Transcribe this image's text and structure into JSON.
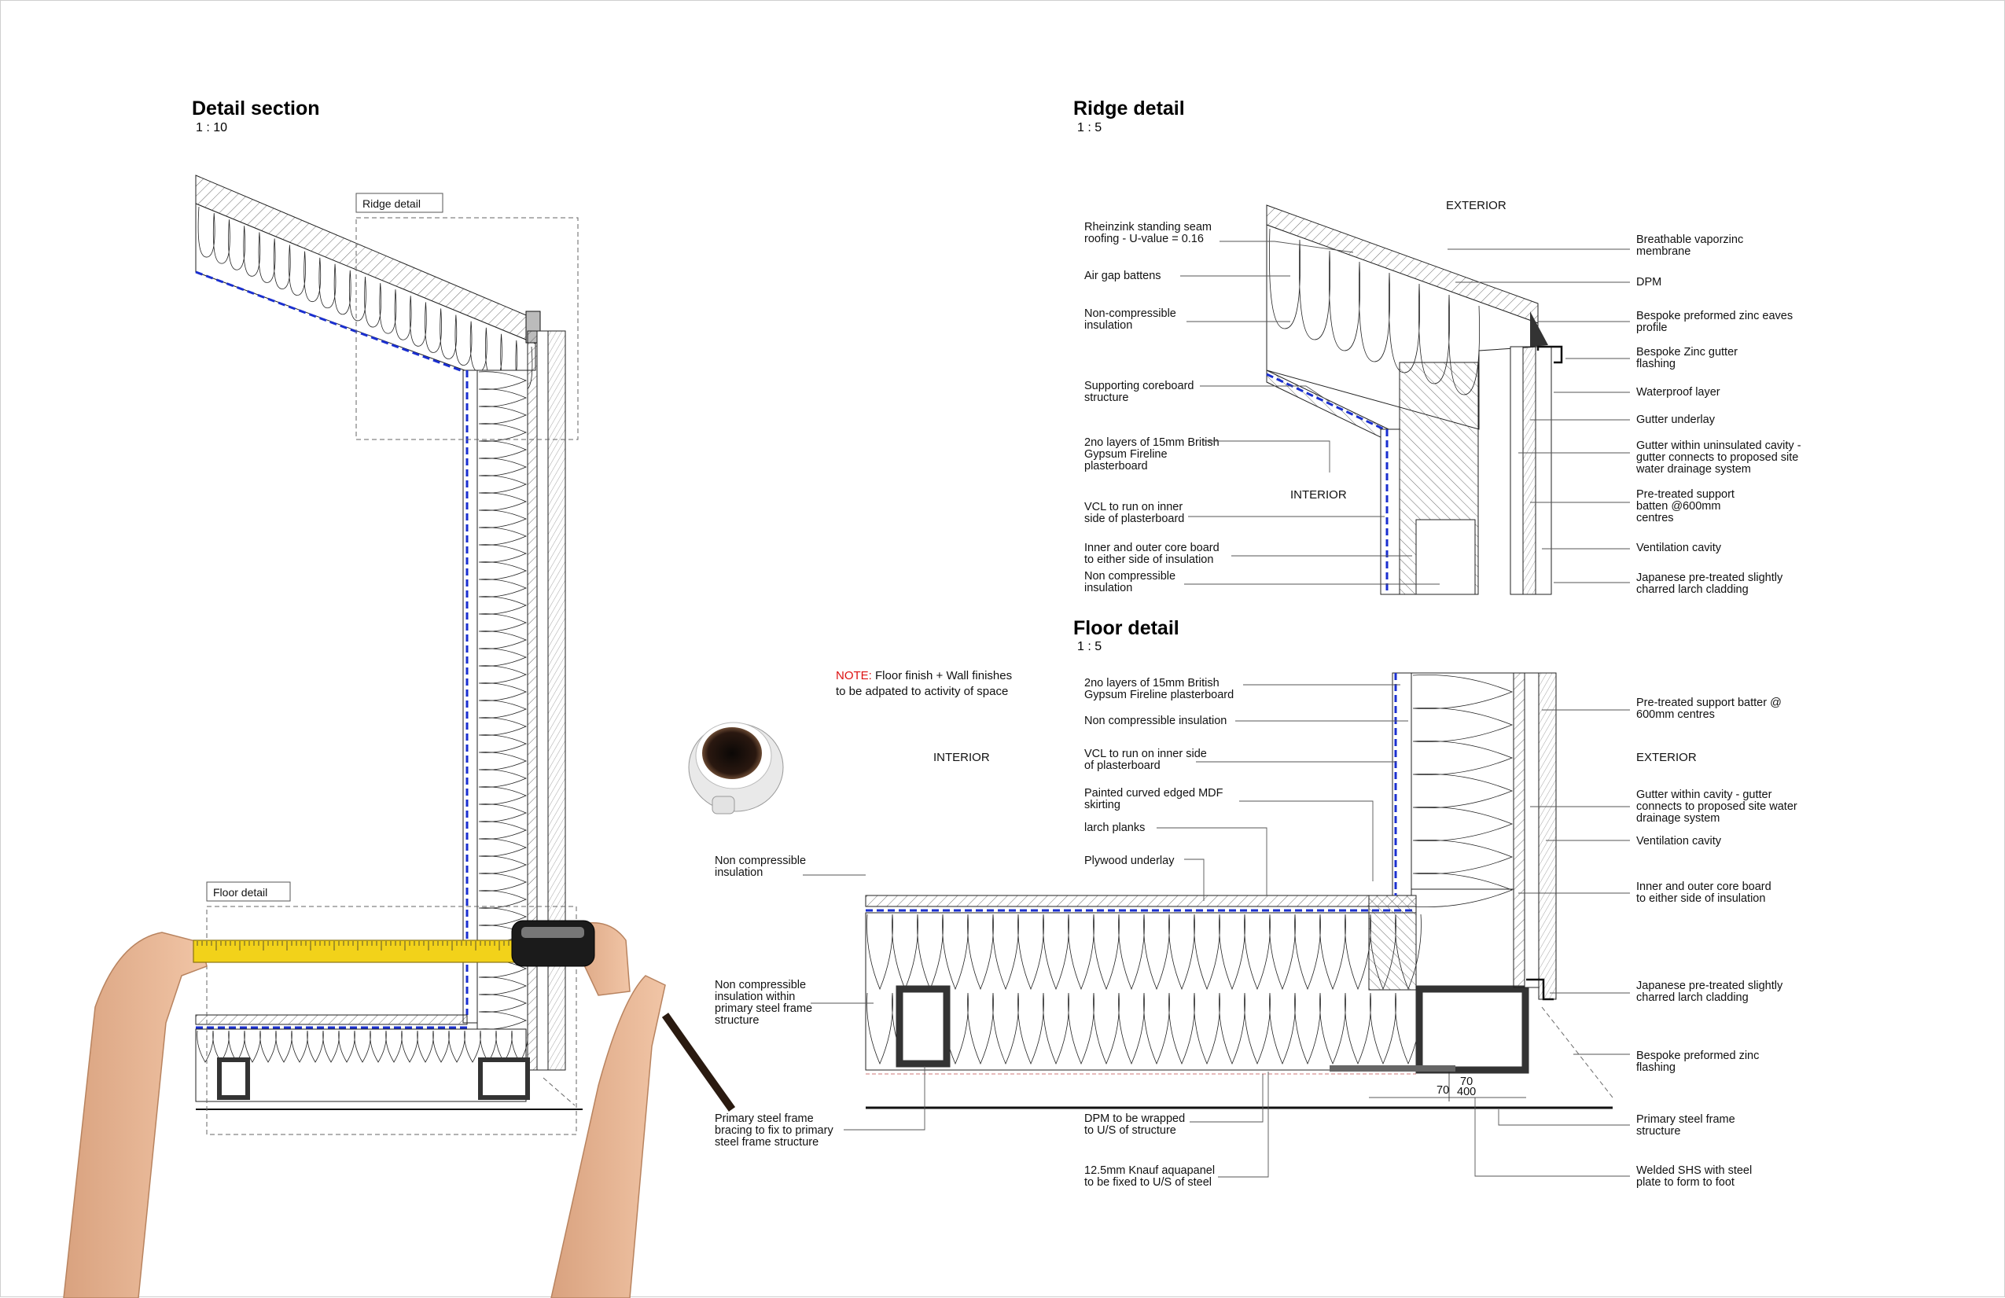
{
  "detail_section": {
    "title": "Detail section",
    "scale": "1 : 10",
    "ridge_tag": "Ridge detail",
    "floor_tag": "Floor detail"
  },
  "ridge_detail": {
    "title": "Ridge detail",
    "scale": "1 : 5",
    "exterior": "EXTERIOR",
    "interior": "INTERIOR",
    "left_labels": [
      [
        "Rheinzink standing seam",
        "roofing - U-value = 0.16"
      ],
      [
        "Air gap battens"
      ],
      [
        "Non-compressible",
        "insulation"
      ],
      [
        "Supporting coreboard",
        "structure"
      ],
      [
        "2no layers of 15mm British",
        "Gypsum Fireline",
        "plasterboard"
      ],
      [
        "VCL to run on inner",
        "side of plasterboard"
      ],
      [
        "Inner and outer core board",
        "to either side of insulation"
      ],
      [
        "Non compressible",
        "insulation"
      ]
    ],
    "right_labels": [
      [
        "Breathable vaporzinc",
        "membrane"
      ],
      [
        "DPM"
      ],
      [
        "Bespoke preformed zinc eaves",
        "profile"
      ],
      [
        "Bespoke Zinc gutter",
        "flashing"
      ],
      [
        "Waterproof layer"
      ],
      [
        "Gutter underlay"
      ],
      [
        "Gutter within uninsulated cavity -",
        "gutter connects to proposed site",
        "water drainage system"
      ],
      [
        "Pre-treated support",
        "batten @600mm",
        "centres"
      ],
      [
        "Ventilation cavity"
      ],
      [
        "Japanese pre-treated slightly",
        "charred larch cladding"
      ]
    ]
  },
  "floor_detail": {
    "title": "Floor detail",
    "scale": "1 : 5",
    "note_prefix": "NOTE:",
    "note_line1": " Floor finish + Wall finishes",
    "note_line2": "to be adpated to activity of space",
    "interior": "INTERIOR",
    "exterior": "EXTERIOR",
    "mid_labels": [
      [
        "2no layers of 15mm British",
        "Gypsum Fireline plasterboard"
      ],
      [
        "Non compressible insulation"
      ],
      [
        "VCL to run on inner side",
        "of plasterboard"
      ],
      [
        "Painted curved edged MDF",
        "skirting"
      ],
      [
        "larch planks"
      ],
      [
        "Plywood underlay"
      ]
    ],
    "left_labels": [
      [
        "Non compressible",
        "insulation"
      ],
      [
        "Non compressible",
        "insulation within",
        "primary steel frame",
        "structure"
      ],
      [
        "Primary steel frame",
        "bracing to fix to primary",
        "steel frame structure"
      ]
    ],
    "bottom_labels": [
      [
        "DPM to be wrapped",
        "to U/S of structure"
      ],
      [
        "12.5mm Knauf aquapanel",
        "to be fixed to U/S of steel"
      ]
    ],
    "right_labels": [
      [
        "Pre-treated support batter @",
        "600mm centres"
      ],
      [
        "Gutter within cavity - gutter",
        "connects to proposed site water",
        "drainage system"
      ],
      [
        "Ventilation cavity"
      ],
      [
        "Inner and outer core board",
        "to either side of insulation"
      ],
      [
        "Japanese pre-treated slightly",
        "charred larch cladding"
      ],
      [
        "Bespoke preformed zinc",
        "flashing"
      ],
      [
        "Primary steel frame",
        "structure"
      ],
      [
        "Welded SHS with steel",
        "plate to form to foot"
      ]
    ],
    "dims": [
      "70",
      "400",
      "70"
    ]
  },
  "colors": {
    "vcl_blue": "#1a2fd0",
    "note_red": "#dd1111",
    "tape_yellow": "#f2d21a"
  },
  "icons": [
    "coffee-cup-icon",
    "hands-holding-tape-measure-icon"
  ]
}
